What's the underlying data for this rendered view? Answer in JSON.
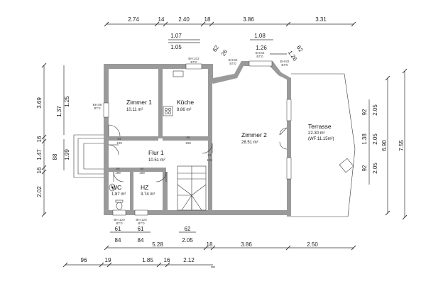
{
  "rooms": [
    {
      "key": "zimmer1",
      "name": "Zimmer 1",
      "area": "10.11 m²"
    },
    {
      "key": "kueche",
      "name": "Küche",
      "area": "8.86 m²"
    },
    {
      "key": "zimmer2",
      "name": "Zimmer 2",
      "area": "28.51 m²"
    },
    {
      "key": "flur1",
      "name": "Flur 1",
      "area": "10.51 m²"
    },
    {
      "key": "wc",
      "name": "WC",
      "area": "1.87 m²"
    },
    {
      "key": "hz",
      "name": "HZ",
      "area": "3.74 m²"
    },
    {
      "key": "terrasse",
      "name": "Terrasse",
      "area": "22.30 m²",
      "note": "(WF:11.15m²)"
    }
  ],
  "dimensions": {
    "top_row": [
      "2.74",
      "14",
      "2.40",
      "18",
      "3.86",
      "3.31"
    ],
    "top_sub": [
      "1.07",
      "1.05",
      "1.08",
      "1.26",
      "62",
      "26",
      "62",
      "1.26"
    ],
    "left_outer": [
      "3.69",
      "16",
      "1.47",
      "16",
      "2.02"
    ],
    "left_inner": [
      "1.37",
      "1.25",
      "88",
      "1.99"
    ],
    "right_inner": [
      "92",
      "2.05",
      "1.38",
      "2.05",
      "92"
    ],
    "right_outer": [
      "6.90",
      "7.55"
    ],
    "bottom_inner": [
      "61",
      "84",
      "61",
      "84",
      "62",
      "2.05"
    ],
    "bottom_mid": [
      "5.28",
      "18",
      "3.86",
      "2.50"
    ],
    "bottom_outer": [
      "96",
      "19",
      "1.85",
      "16",
      "2.12"
    ]
  },
  "openings": {
    "window_labels": [
      "BH:102",
      "BT:0",
      "BH:82",
      "BT:0",
      "BH:82",
      "BT:0",
      "BH:82",
      "BT:0",
      "BH:88",
      "BT:3",
      "BH:120",
      "BT:0",
      "BH:120",
      "BT:0"
    ],
    "door_labels": [
      "84",
      "199",
      "86",
      "198",
      "84",
      "199",
      "59",
      "199",
      "84",
      "199"
    ]
  }
}
